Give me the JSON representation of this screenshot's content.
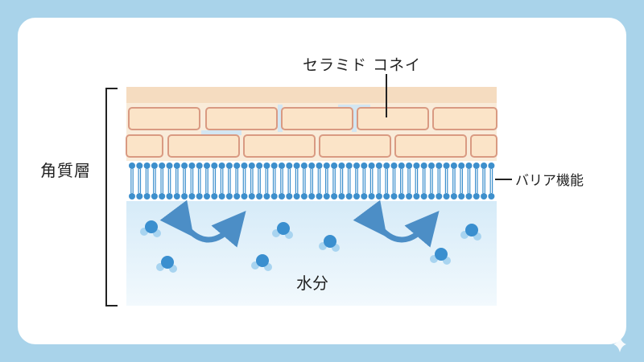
{
  "labels": {
    "ceramide": "セラミド コネイ",
    "barrier": "バリア機能",
    "stratum_corneum": "角質層",
    "moisture": "水分"
  },
  "icons": {
    "moisture_flow": "curved-double-arrow-icon",
    "water_molecule": "water-molecule-icon",
    "sparkle": "sparkle-icon"
  },
  "colors": {
    "background": "#a9d3ea",
    "card": "#ffffff",
    "skin_top": "#f5dcc0",
    "cell_fill": "#fbe4c8",
    "cell_border": "#d99a82",
    "lipid": "#3d8fcc",
    "moisture_zone": "#e3f1fa",
    "arrow": "#4c8ec6",
    "molecule_dark": "#3a8fcf",
    "molecule_light": "#a8d4f0",
    "text": "#222222"
  }
}
